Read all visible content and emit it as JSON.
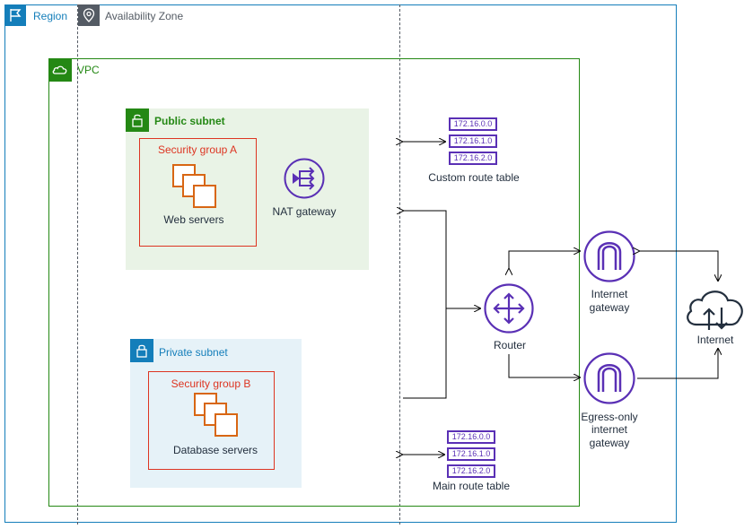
{
  "region": {
    "label": "Region"
  },
  "availability_zone": {
    "label": "Availability Zone"
  },
  "vpc": {
    "label": "VPC"
  },
  "public_subnet": {
    "label": "Public subnet"
  },
  "private_subnet": {
    "label": "Private subnet"
  },
  "security_group_a": {
    "label": "Security group A",
    "resource_label": "Web servers"
  },
  "security_group_b": {
    "label": "Security group B",
    "resource_label": "Database servers"
  },
  "nat_gateway": {
    "label": "NAT gateway"
  },
  "custom_route_table": {
    "label": "Custom route table",
    "entries": [
      "172.16.0.0",
      "172.16.1.0",
      "172.16.2.0"
    ]
  },
  "main_route_table": {
    "label": "Main route table",
    "entries": [
      "172.16.0.0",
      "172.16.1.0",
      "172.16.2.0"
    ]
  },
  "router": {
    "label": "Router"
  },
  "internet_gateway": {
    "label_line1": "Internet",
    "label_line2": "gateway"
  },
  "egress_only_gateway": {
    "label_line1": "Egress-only",
    "label_line2": "internet",
    "label_line3": "gateway"
  },
  "internet": {
    "label": "Internet"
  },
  "colors": {
    "region": "#147eba",
    "vpc": "#248814",
    "security_group": "#dd3522",
    "compute": "#d86613",
    "networking": "#5a30b5"
  }
}
